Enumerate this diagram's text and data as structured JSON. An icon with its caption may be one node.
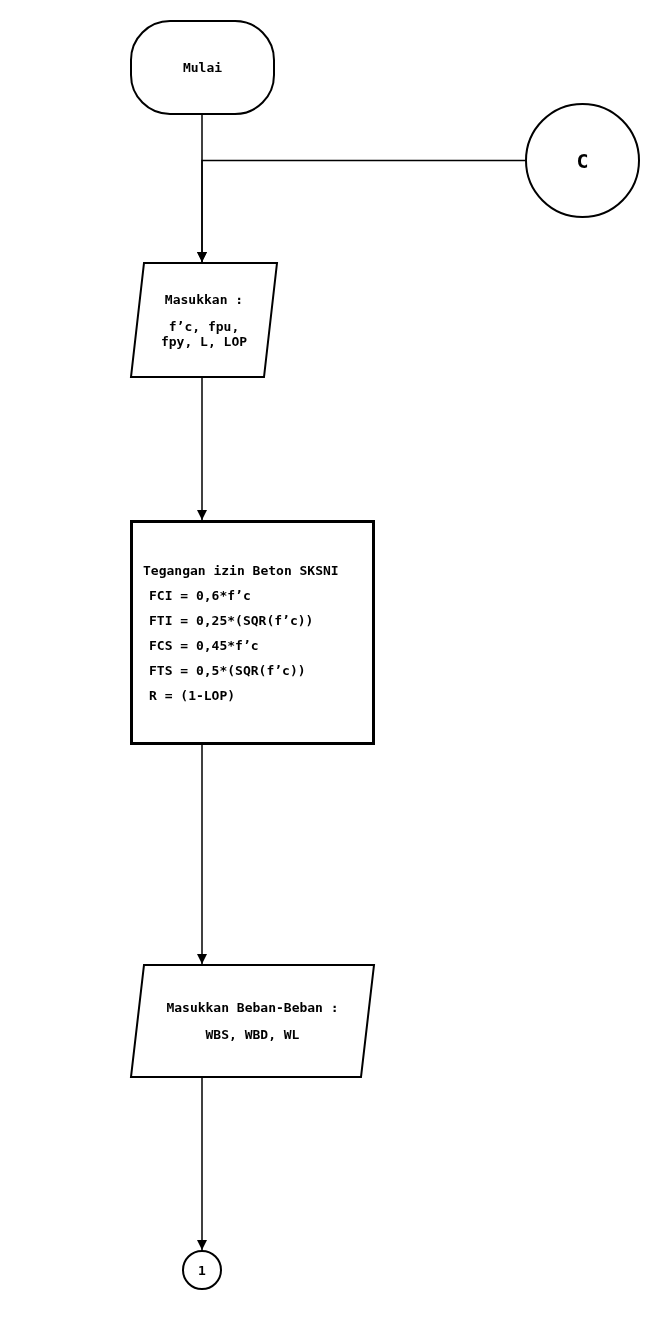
{
  "diagram": {
    "nodes": [
      {
        "text": [
          "Mulai"
        ]
      },
      {
        "text": [
          "C"
        ]
      },
      {
        "text": [
          "Masukkan :",
          "f’c, fpu, fpy, L, LOP"
        ]
      },
      {
        "text": [
          "Tegangan izin Beton SKSNI",
          "FCI = 0,6*f’c",
          "FTI = 0,25*(SQR(f’c))",
          "FCS = 0,45*f’c",
          "FTS = 0,5*(SQR(f’c))",
          "R = (1-LOP)"
        ]
      },
      {
        "text": [
          "Masukkan Beban-Beban :",
          "WBS, WBD, WL"
        ]
      },
      {
        "text": [
          "1"
        ]
      }
    ],
    "edges": [
      {
        "from": 0,
        "to": 2,
        "arrow": "to"
      },
      {
        "from": 1,
        "to": 2,
        "arrow": "to"
      },
      {
        "from": 2,
        "to": 3,
        "arrow": "to"
      },
      {
        "from": 3,
        "to": 4,
        "arrow": "to"
      },
      {
        "from": 4,
        "to": 5,
        "arrow": "to"
      }
    ]
  }
}
